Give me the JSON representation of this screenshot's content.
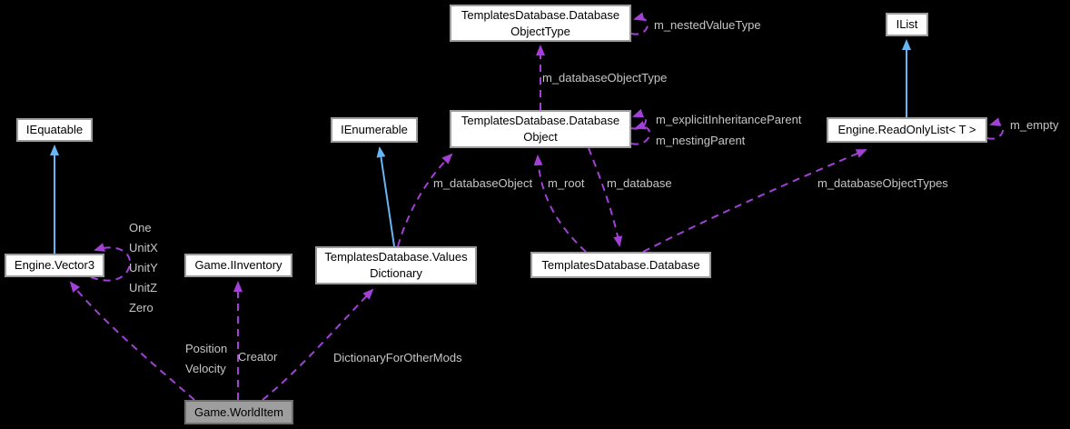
{
  "diagram": {
    "type": "collaboration-graph",
    "background": "#000000",
    "colors": {
      "inheritance_arrow": "#66b5f5",
      "usage_arrow": "#a340d7",
      "node_fill": "#ffffff",
      "node_border": "#9c9c9c",
      "focus_node_fill": "#9e9e9e",
      "edge_label_text": "#c6c6c6",
      "node_text": "#000000"
    },
    "nodes": {
      "database_object_type": "TemplatesDatabase.Database\nObjectType",
      "ilist": "IList",
      "iequatable": "IEquatable",
      "ienumerable": "IEnumerable",
      "database_object": "TemplatesDatabase.Database\nObject",
      "readonlylist": "Engine.ReadOnlyList< T >",
      "vector3": "Engine.Vector3",
      "iinventory": "Game.IInventory",
      "valuesdictionary": "TemplatesDatabase.Values\nDictionary",
      "database": "TemplatesDatabase.Database",
      "worlditem": "Game.WorldItem"
    },
    "edge_labels": {
      "nested_value_type": "m_nestedValueType",
      "database_object_type_member": "m_databaseObjectType",
      "explicit_inheritance_parent": "m_explicitInheritanceParent",
      "nesting_parent": "m_nestingParent",
      "empty": "m_empty",
      "database_object": "m_databaseObject",
      "root": "m_root",
      "database": "m_database",
      "database_object_types": "m_databaseObjectTypes",
      "vector3_statics": "One\nUnitX\nUnitY\nUnitZ\nZero",
      "position_velocity": "Position\nVelocity",
      "creator": "Creator",
      "dictionary_for_other_mods": "DictionaryForOtherMods"
    }
  }
}
